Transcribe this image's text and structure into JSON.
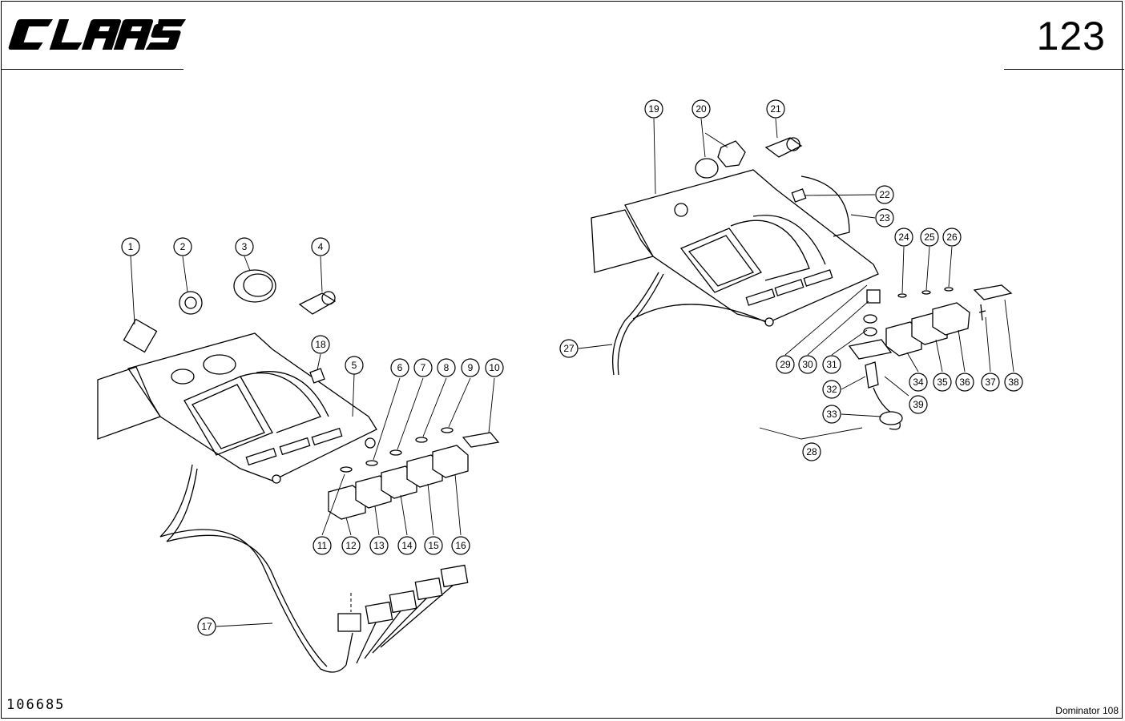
{
  "header": {
    "brand": "CLAAS",
    "page_number": "123"
  },
  "footer": {
    "drawing_number": "106685",
    "model": "Dominator 108"
  },
  "callouts": [
    "1",
    "2",
    "3",
    "4",
    "5",
    "6",
    "7",
    "8",
    "9",
    "10",
    "11",
    "12",
    "13",
    "14",
    "15",
    "16",
    "17",
    "18",
    "19",
    "20",
    "21",
    "22",
    "23",
    "24",
    "25",
    "26",
    "27",
    "28",
    "29",
    "30",
    "31",
    "32",
    "33",
    "34",
    "35",
    "36",
    "37",
    "38",
    "39"
  ]
}
